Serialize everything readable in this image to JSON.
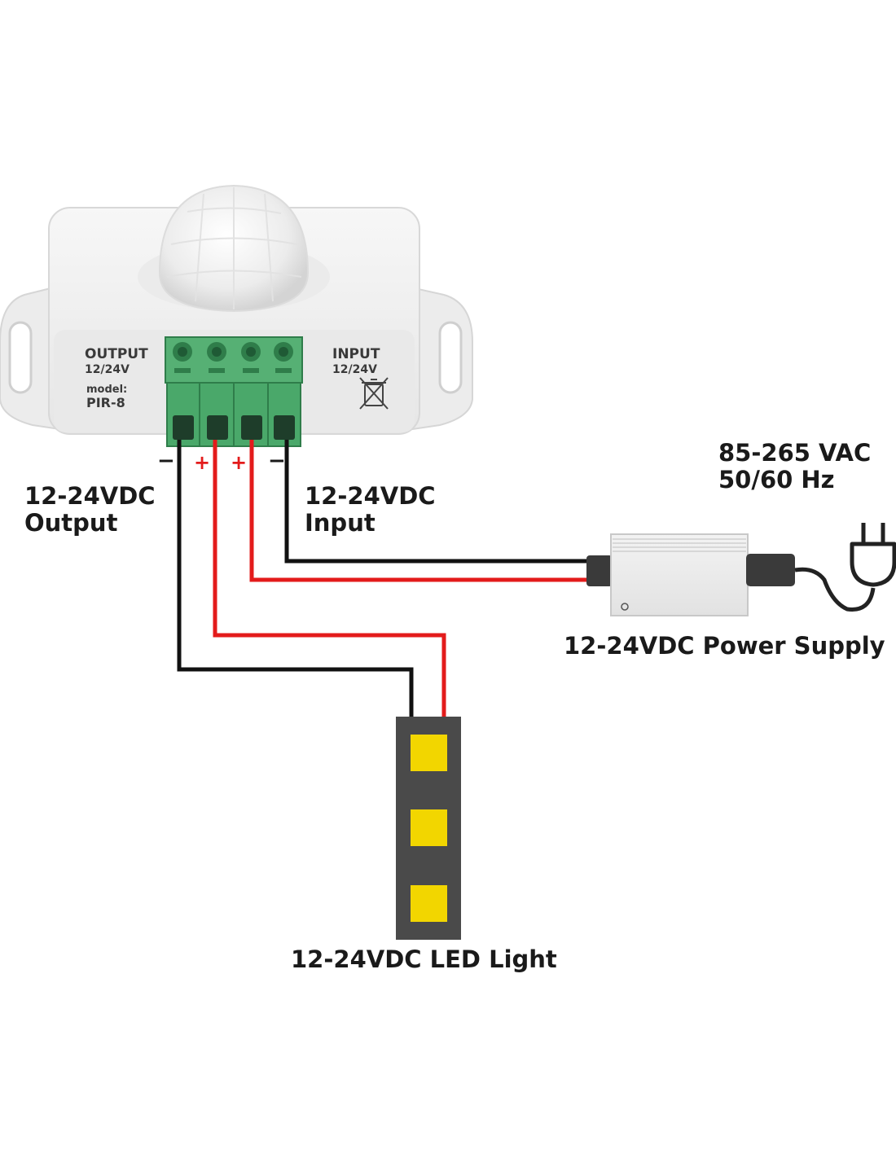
{
  "sensor": {
    "output_label": "OUTPUT",
    "output_voltage": "12/24V",
    "model_label": "model:",
    "model_value": "PIR-8",
    "input_label": "INPUT",
    "input_voltage": "12/24V",
    "recycle_icon": "crossed-bin-icon"
  },
  "terminals": {
    "t1_sign": "−",
    "t2_sign": "+",
    "t3_sign": "+",
    "t4_sign": "−"
  },
  "labels": {
    "output_line1": "12-24VDC",
    "output_line2": "Output",
    "input_line1": "12-24VDC",
    "input_line2": "Input",
    "ac_line1": "85-265 VAC",
    "ac_line2": "50/60 Hz",
    "power_supply": "12-24VDC Power Supply",
    "led_light": "12-24VDC LED Light"
  },
  "colors": {
    "wire_positive": "#e31b1b",
    "wire_negative": "#111111",
    "terminal_block": "#4aa86a",
    "led_chip": "#f2d600",
    "led_strip": "#4a4a4a"
  }
}
